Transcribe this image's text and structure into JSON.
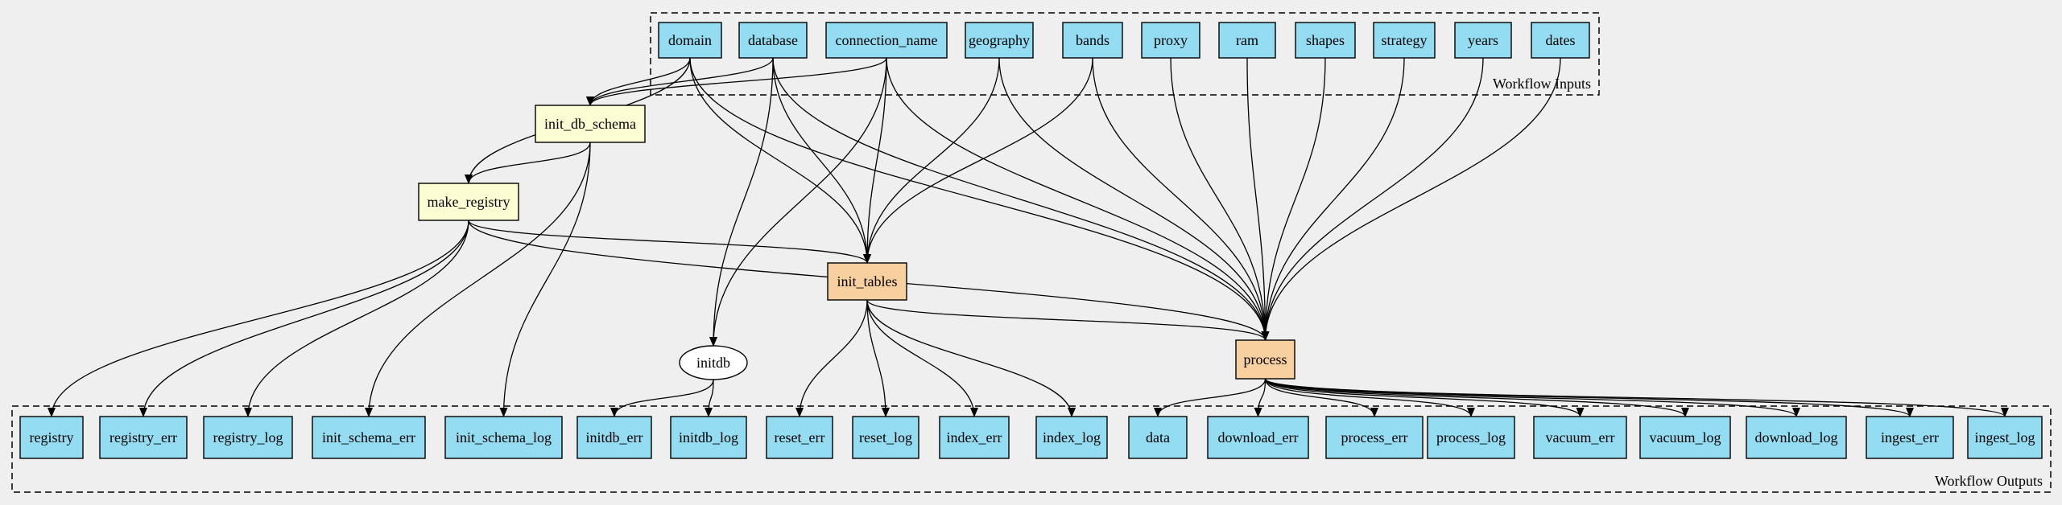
{
  "colors": {
    "input": "#94dcf1",
    "output": "#94dcf1",
    "step_yellow": "#fdfdd3",
    "step_orange": "#f8cf9e",
    "tool_oval": "#ffffff",
    "background": "#efefef"
  },
  "clusters": {
    "inputs": "Workflow Inputs",
    "outputs": "Workflow Outputs"
  },
  "nodes": [
    {
      "id": "domain",
      "label": "domain",
      "kind": "input"
    },
    {
      "id": "database",
      "label": "database",
      "kind": "input"
    },
    {
      "id": "connection_name",
      "label": "connection_name",
      "kind": "input"
    },
    {
      "id": "geography",
      "label": "geography",
      "kind": "input"
    },
    {
      "id": "bands",
      "label": "bands",
      "kind": "input"
    },
    {
      "id": "proxy",
      "label": "proxy",
      "kind": "input"
    },
    {
      "id": "ram",
      "label": "ram",
      "kind": "input"
    },
    {
      "id": "shapes",
      "label": "shapes",
      "kind": "input"
    },
    {
      "id": "strategy",
      "label": "strategy",
      "kind": "input"
    },
    {
      "id": "years",
      "label": "years",
      "kind": "input"
    },
    {
      "id": "dates",
      "label": "dates",
      "kind": "input"
    },
    {
      "id": "init_db_schema",
      "label": "init_db_schema",
      "kind": "step_yellow"
    },
    {
      "id": "make_registry",
      "label": "make_registry",
      "kind": "step_yellow"
    },
    {
      "id": "init_tables",
      "label": "init_tables",
      "kind": "step_orange"
    },
    {
      "id": "process",
      "label": "process",
      "kind": "step_orange"
    },
    {
      "id": "initdb",
      "label": "initdb",
      "kind": "tool_oval"
    },
    {
      "id": "registry",
      "label": "registry",
      "kind": "output"
    },
    {
      "id": "registry_err",
      "label": "registry_err",
      "kind": "output"
    },
    {
      "id": "registry_log",
      "label": "registry_log",
      "kind": "output"
    },
    {
      "id": "init_schema_err",
      "label": "init_schema_err",
      "kind": "output"
    },
    {
      "id": "init_schema_log",
      "label": "init_schema_log",
      "kind": "output"
    },
    {
      "id": "initdb_err",
      "label": "initdb_err",
      "kind": "output"
    },
    {
      "id": "initdb_log",
      "label": "initdb_log",
      "kind": "output"
    },
    {
      "id": "reset_err",
      "label": "reset_err",
      "kind": "output"
    },
    {
      "id": "reset_log",
      "label": "reset_log",
      "kind": "output"
    },
    {
      "id": "index_err",
      "label": "index_err",
      "kind": "output"
    },
    {
      "id": "index_log",
      "label": "index_log",
      "kind": "output"
    },
    {
      "id": "data",
      "label": "data",
      "kind": "output"
    },
    {
      "id": "download_err",
      "label": "download_err",
      "kind": "output"
    },
    {
      "id": "process_err",
      "label": "process_err",
      "kind": "output"
    },
    {
      "id": "process_log",
      "label": "process_log",
      "kind": "output"
    },
    {
      "id": "vacuum_err",
      "label": "vacuum_err",
      "kind": "output"
    },
    {
      "id": "vacuum_log",
      "label": "vacuum_log",
      "kind": "output"
    },
    {
      "id": "download_log",
      "label": "download_log",
      "kind": "output"
    },
    {
      "id": "ingest_err",
      "label": "ingest_err",
      "kind": "output"
    },
    {
      "id": "ingest_log",
      "label": "ingest_log",
      "kind": "output"
    }
  ],
  "edges": [
    [
      "domain",
      "init_db_schema"
    ],
    [
      "domain",
      "make_registry"
    ],
    [
      "domain",
      "init_tables"
    ],
    [
      "domain",
      "process"
    ],
    [
      "database",
      "init_db_schema"
    ],
    [
      "database",
      "initdb"
    ],
    [
      "database",
      "init_tables"
    ],
    [
      "database",
      "process"
    ],
    [
      "connection_name",
      "init_db_schema"
    ],
    [
      "connection_name",
      "initdb"
    ],
    [
      "connection_name",
      "init_tables"
    ],
    [
      "connection_name",
      "process"
    ],
    [
      "geography",
      "init_tables"
    ],
    [
      "geography",
      "process"
    ],
    [
      "bands",
      "init_tables"
    ],
    [
      "bands",
      "process"
    ],
    [
      "proxy",
      "process"
    ],
    [
      "ram",
      "process"
    ],
    [
      "shapes",
      "process"
    ],
    [
      "strategy",
      "process"
    ],
    [
      "years",
      "process"
    ],
    [
      "dates",
      "process"
    ],
    [
      "init_db_schema",
      "make_registry"
    ],
    [
      "init_db_schema",
      "init_schema_err"
    ],
    [
      "init_db_schema",
      "init_schema_log"
    ],
    [
      "make_registry",
      "init_tables"
    ],
    [
      "make_registry",
      "process"
    ],
    [
      "make_registry",
      "registry"
    ],
    [
      "make_registry",
      "registry_err"
    ],
    [
      "make_registry",
      "registry_log"
    ],
    [
      "init_tables",
      "process"
    ],
    [
      "init_tables",
      "reset_err"
    ],
    [
      "init_tables",
      "reset_log"
    ],
    [
      "init_tables",
      "index_err"
    ],
    [
      "init_tables",
      "index_log"
    ],
    [
      "initdb",
      "initdb_err"
    ],
    [
      "initdb",
      "initdb_log"
    ],
    [
      "process",
      "data"
    ],
    [
      "process",
      "download_err"
    ],
    [
      "process",
      "process_err"
    ],
    [
      "process",
      "process_log"
    ],
    [
      "process",
      "vacuum_err"
    ],
    [
      "process",
      "vacuum_log"
    ],
    [
      "process",
      "download_log"
    ],
    [
      "process",
      "ingest_err"
    ],
    [
      "process",
      "ingest_log"
    ]
  ]
}
